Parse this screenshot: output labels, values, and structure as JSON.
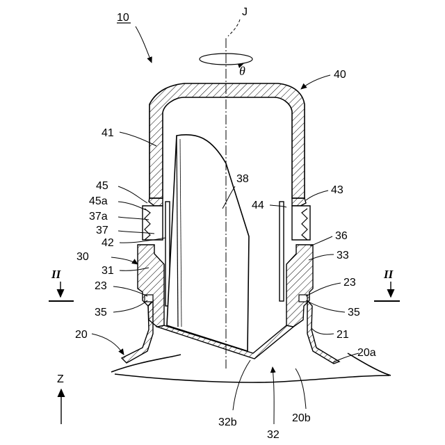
{
  "figure": {
    "ref_main": "10",
    "axis_label": "J",
    "rotation_symbol": "θ",
    "vertical_axis_label": "Z",
    "section_marker": "II",
    "labels": {
      "n40": "40",
      "n41": "41",
      "n43": "43",
      "n44": "44",
      "n45": "45",
      "n45a": "45a",
      "n37a": "37a",
      "n37": "37",
      "n42": "42",
      "n38": "38",
      "n36": "36",
      "n33": "33",
      "n30": "30",
      "n31": "31",
      "n23L": "23",
      "n23R": "23",
      "n35L": "35",
      "n35R": "35",
      "n20": "20",
      "n21": "21",
      "n20a": "20a",
      "n20b": "20b",
      "n32b": "32b",
      "n32": "32"
    }
  }
}
